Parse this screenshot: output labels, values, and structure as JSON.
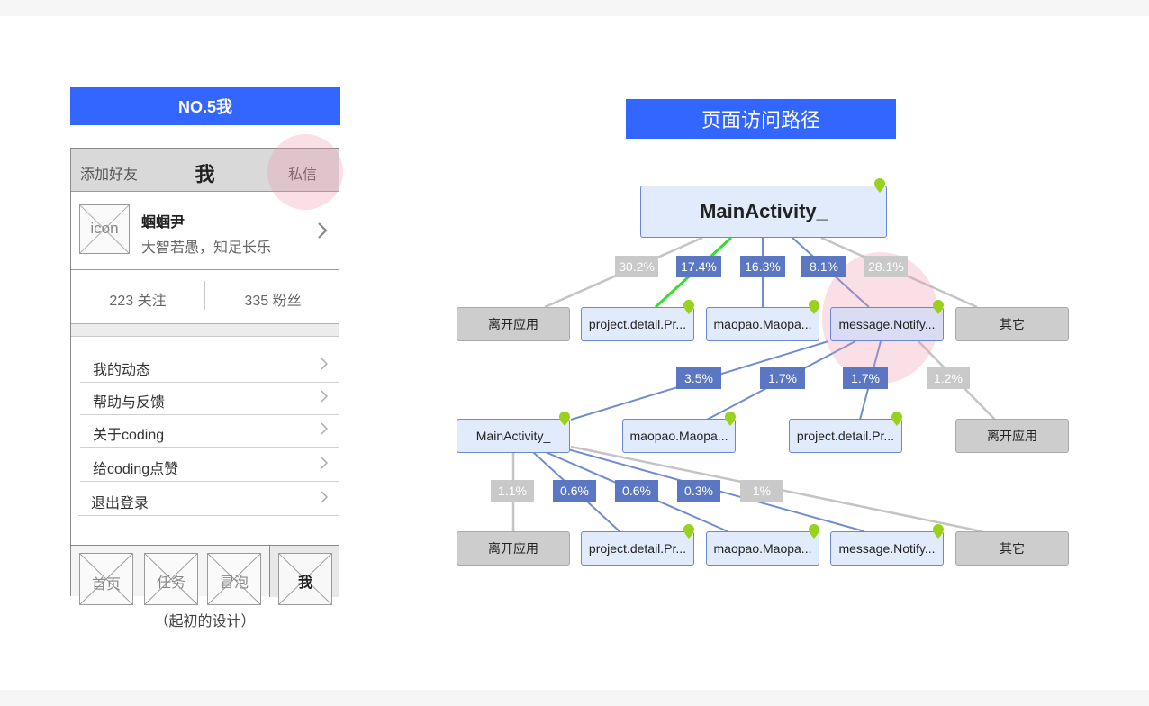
{
  "phone_panel": {
    "banner": "NO.5我",
    "header": {
      "left": "添加好友",
      "title": "我",
      "right": "私信"
    },
    "profile": {
      "avatar": "icon",
      "name": "蝈蝈尹",
      "bio": "大智若愚，知足长乐"
    },
    "stats": {
      "following": "223 关注",
      "fans": "335 粉丝"
    },
    "menu": [
      "我的动态",
      "帮助与反馈",
      "关于coding",
      "给coding点赞",
      "退出登录"
    ],
    "tabs": [
      "首页",
      "任务",
      "冒泡",
      "我"
    ],
    "caption": "（起初的设计）"
  },
  "flow_panel": {
    "banner": "页面访问路径",
    "root": "MainActivity_",
    "level1": {
      "badges": [
        "30.2%",
        "17.4%",
        "16.3%",
        "8.1%",
        "28.1%"
      ],
      "nodes": [
        "离开应用",
        "project.detail.Pr...",
        "maopao.Maopa...",
        "message.Notify...",
        "其它"
      ]
    },
    "level2": {
      "badges": [
        "3.5%",
        "1.7%",
        "1.7%",
        "1.2%"
      ],
      "nodes": [
        "MainActivity_",
        "maopao.Maopa...",
        "project.detail.Pr...",
        "离开应用"
      ]
    },
    "level3": {
      "badges": [
        "1.1%",
        "0.6%",
        "0.6%",
        "0.3%",
        "1%"
      ],
      "nodes": [
        "离开应用",
        "project.detail.Pr...",
        "maopao.Maopa...",
        "message.Notify...",
        "其它"
      ]
    }
  },
  "colors": {
    "banner": "#3366ff",
    "badge_blue": "#5b77c4",
    "badge_gray": "#c9c9c9",
    "line_blue": "#6f8cd0",
    "line_gray": "#c4c4c4",
    "line_green": "#33dd33",
    "pin_green": "#9ad11f",
    "node_fill": "#e1ebfb",
    "exit_fill": "#cdcdcd"
  }
}
